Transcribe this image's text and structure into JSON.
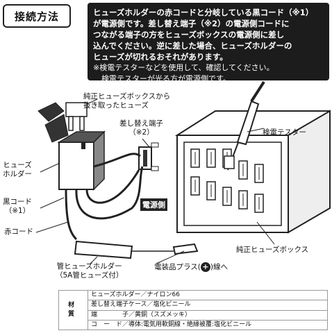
{
  "title": "接続方法",
  "instructions": {
    "line1": "ヒューズホルダーの赤コードと分岐している黒コード（※1）",
    "line2": "が電源側です。差し替え端子（※2）の電源側コードに",
    "line3": "つながる端子の方をヒューズボックスの電源側に差し",
    "line4": "込んでください。逆に差した場合、ヒューズホルダーの",
    "line5": "ヒューズが切れるおそれがあります。",
    "note1": "※検電テスターなどを使用して、確認してください。",
    "note2": "検電テスターが光る方が電源側です。"
  },
  "labels": {
    "removed_fuse_1": "純正ヒューズボックスから",
    "removed_fuse_2": "抜き取ったヒューズ",
    "swap_terminal_1": "差し替え端子",
    "swap_terminal_2": "（※2）",
    "tester": "検電テスター",
    "fuse_holder_1": "ヒューズ",
    "fuse_holder_2": "ホルダー",
    "black_cord_1": "黒コード",
    "black_cord_2": "（※1）",
    "power_side": "電源側",
    "red_cord": "赤コード",
    "fuse_box": "純正ヒューズボックス",
    "tube_fuse_1": "管ヒューズホルダー",
    "tube_fuse_2": "（5A管ヒューズ付）",
    "accessory_plus_pre": "電装品プラス(",
    "accessory_plus_sign": "+",
    "accessory_plus_post": ")線へ"
  },
  "materials": {
    "header": "材 質",
    "rows": [
      "ヒューズホルダー／ナイロン66",
      "差し替え端子ケース／塩化ビニール",
      "端　　　　子／黄銅（スズメッキ）",
      "コ　ー　ド／導体:電気用軟銅線・絶縁被覆:塩化ビニール"
    ]
  }
}
